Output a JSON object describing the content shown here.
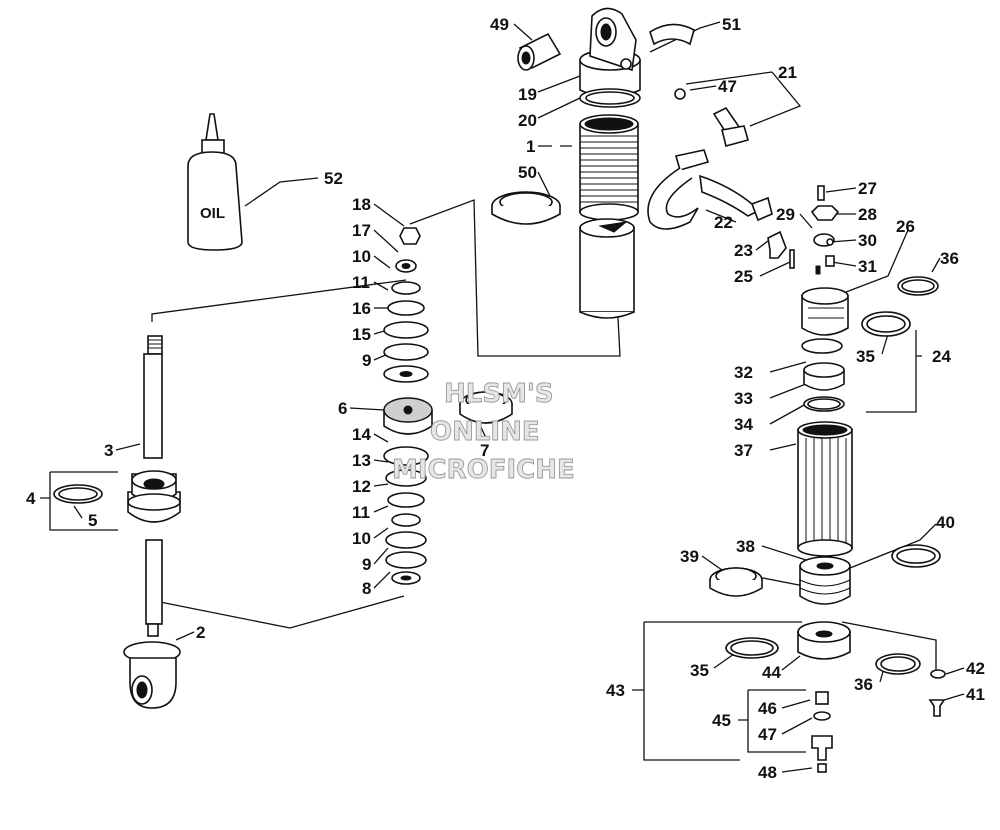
{
  "diagram": {
    "bottle_label": "OIL",
    "watermark": [
      "HLSM'S",
      "ONLINE",
      "MICROFICHE"
    ],
    "callouts": [
      {
        "id": "c49",
        "label": "49"
      },
      {
        "id": "c51",
        "label": "51"
      },
      {
        "id": "c21",
        "label": "21"
      },
      {
        "id": "c47a",
        "label": "47"
      },
      {
        "id": "c19",
        "label": "19"
      },
      {
        "id": "c20",
        "label": "20"
      },
      {
        "id": "c1",
        "label": "1"
      },
      {
        "id": "c50",
        "label": "50"
      },
      {
        "id": "c52",
        "label": "52"
      },
      {
        "id": "c18",
        "label": "18"
      },
      {
        "id": "c17",
        "label": "17"
      },
      {
        "id": "c10a",
        "label": "10"
      },
      {
        "id": "c11a",
        "label": "11"
      },
      {
        "id": "c16",
        "label": "16"
      },
      {
        "id": "c15",
        "label": "15"
      },
      {
        "id": "c9a",
        "label": "9"
      },
      {
        "id": "c6",
        "label": "6"
      },
      {
        "id": "c7",
        "label": "7"
      },
      {
        "id": "c14",
        "label": "14"
      },
      {
        "id": "c13",
        "label": "13"
      },
      {
        "id": "c12",
        "label": "12"
      },
      {
        "id": "c11b",
        "label": "11"
      },
      {
        "id": "c10b",
        "label": "10"
      },
      {
        "id": "c9b",
        "label": "9"
      },
      {
        "id": "c8",
        "label": "8"
      },
      {
        "id": "c3",
        "label": "3"
      },
      {
        "id": "c4",
        "label": "4"
      },
      {
        "id": "c5",
        "label": "5"
      },
      {
        "id": "c2",
        "label": "2"
      },
      {
        "id": "c27",
        "label": "27"
      },
      {
        "id": "c29",
        "label": "29"
      },
      {
        "id": "c28",
        "label": "28"
      },
      {
        "id": "c26",
        "label": "26"
      },
      {
        "id": "c22",
        "label": "22"
      },
      {
        "id": "c30",
        "label": "30"
      },
      {
        "id": "c23",
        "label": "23"
      },
      {
        "id": "c36a",
        "label": "36"
      },
      {
        "id": "c31",
        "label": "31"
      },
      {
        "id": "c25",
        "label": "25"
      },
      {
        "id": "c35a",
        "label": "35"
      },
      {
        "id": "c24",
        "label": "24"
      },
      {
        "id": "c32",
        "label": "32"
      },
      {
        "id": "c33",
        "label": "33"
      },
      {
        "id": "c34",
        "label": "34"
      },
      {
        "id": "c37",
        "label": "37"
      },
      {
        "id": "c40",
        "label": "40"
      },
      {
        "id": "c38",
        "label": "38"
      },
      {
        "id": "c39",
        "label": "39"
      },
      {
        "id": "c35b",
        "label": "35"
      },
      {
        "id": "c44",
        "label": "44"
      },
      {
        "id": "c42",
        "label": "42"
      },
      {
        "id": "c43",
        "label": "43"
      },
      {
        "id": "c36b",
        "label": "36"
      },
      {
        "id": "c41",
        "label": "41"
      },
      {
        "id": "c46",
        "label": "46"
      },
      {
        "id": "c45",
        "label": "45"
      },
      {
        "id": "c47b",
        "label": "47"
      },
      {
        "id": "c48",
        "label": "48"
      }
    ]
  }
}
